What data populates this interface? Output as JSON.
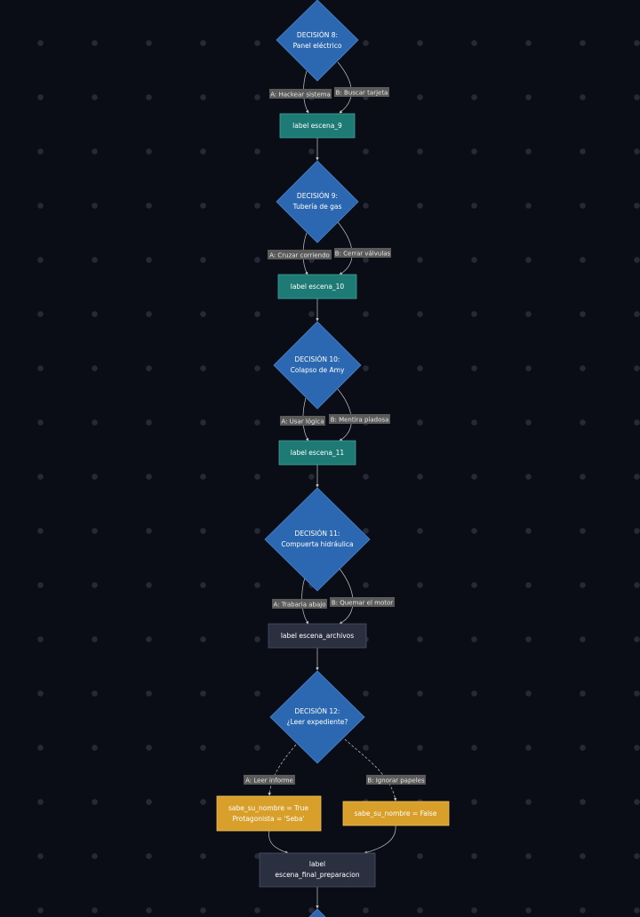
{
  "nodes": [
    {
      "id": "d8",
      "lines": [
        "DECISIÓN 8:",
        "Panel eléctrico"
      ]
    },
    {
      "id": "s9",
      "lines": [
        "label escena_9"
      ]
    },
    {
      "id": "d9",
      "lines": [
        "DECISIÓN 9:",
        "Tubería de gas"
      ]
    },
    {
      "id": "s10",
      "lines": [
        "label escena_10"
      ]
    },
    {
      "id": "d10",
      "lines": [
        "DECISIÓN 10:",
        "Colapso de Amy"
      ]
    },
    {
      "id": "s11",
      "lines": [
        "label escena_11"
      ]
    },
    {
      "id": "d11",
      "lines": [
        "DECISIÓN 11:",
        "Compuerta hidráulica"
      ]
    },
    {
      "id": "sarch",
      "lines": [
        "label escena_archivos"
      ]
    },
    {
      "id": "d12",
      "lines": [
        "DECISIÓN 12:",
        "¿Leer expediente?"
      ]
    },
    {
      "id": "setTrue",
      "lines": [
        "sabe_su_nombre = True",
        "Protagonista = 'Seba'"
      ]
    },
    {
      "id": "setFalse",
      "lines": [
        "sabe_su_nombre = False"
      ]
    },
    {
      "id": "sfinal",
      "lines": [
        "label",
        "escena_final_preparacion"
      ]
    }
  ],
  "edge_labels": [
    "A: Hackear sistema",
    "B: Buscar tarjeta",
    "A: Cruzar corriendo",
    "B: Cerrar válvulas",
    "A: Usar lógica",
    "B: Mentira piadosa",
    "A: Trabaria abajo",
    "B: Quemar el motor",
    "A: Leer informe",
    "B: Ignorar papeles"
  ],
  "colors": {
    "decision": "#2b68b1",
    "decision_border": "#4d86cc",
    "scene": "#1e7a74",
    "scene_border": "#3fa39a",
    "dark_scene": "#2b3040",
    "dark_scene_border": "#4a5064",
    "action": "#d8a02a",
    "action_border": "#eec05a",
    "label_bg": "#5a5a5a"
  }
}
